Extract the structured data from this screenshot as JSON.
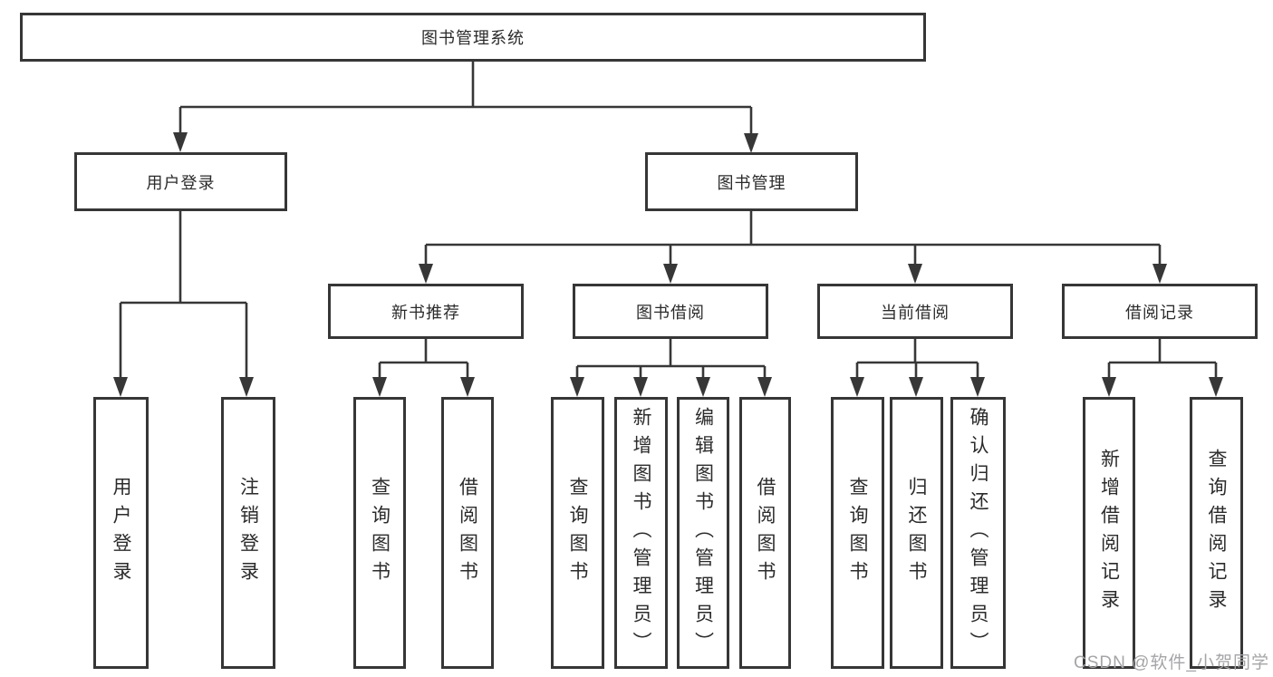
{
  "diagram": {
    "root_label": "图书管理系统",
    "branches": [
      {
        "label": "用户登录",
        "children": [
          {
            "label": "用户登录"
          },
          {
            "label": "注销登录"
          }
        ]
      },
      {
        "label": "图书管理",
        "groups": [
          {
            "label": "新书推荐",
            "children": [
              {
                "label": "查询图书"
              },
              {
                "label": "借阅图书"
              }
            ]
          },
          {
            "label": "图书借阅",
            "children": [
              {
                "label": "查询图书"
              },
              {
                "label": "新增图书（管理员）"
              },
              {
                "label": "编辑图书（管理员）"
              },
              {
                "label": "借阅图书"
              }
            ]
          },
          {
            "label": "当前借阅",
            "children": [
              {
                "label": "查询图书"
              },
              {
                "label": "归还图书"
              },
              {
                "label": "确认归还（管理员）"
              }
            ]
          },
          {
            "label": "借阅记录",
            "children": [
              {
                "label": "新增借阅记录"
              },
              {
                "label": "查询借阅记录"
              }
            ]
          }
        ]
      }
    ],
    "line_color": "#373737"
  },
  "watermark": {
    "text": "CSDN @软件_小贺同学"
  }
}
